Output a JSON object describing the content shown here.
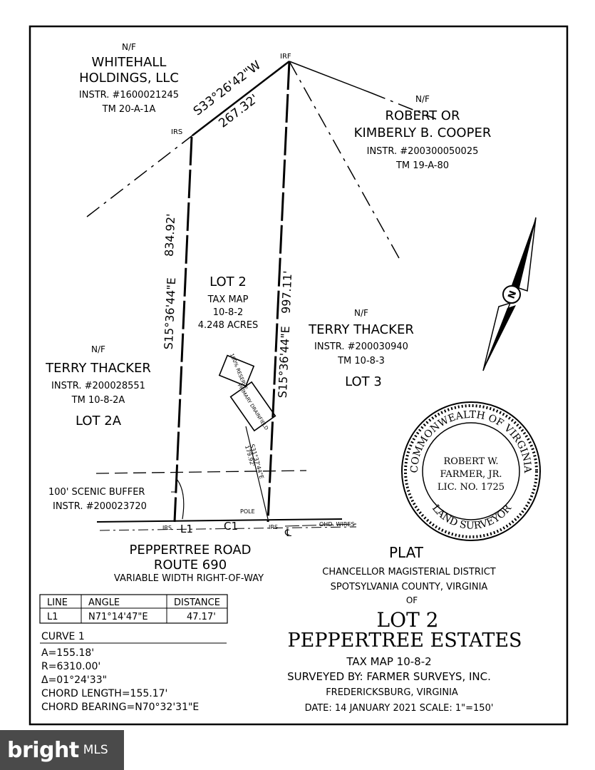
{
  "owners": {
    "whitehall": {
      "nf": "N/F",
      "line1": "WHITEHALL",
      "line2": "HOLDINGS, LLC",
      "instr": "INSTR. #1600021245",
      "tm": "TM 20-A-1A"
    },
    "cooper": {
      "nf": "N/F",
      "line1": "ROBERT OR",
      "line2": "KIMBERLY B. COOPER",
      "instr": "INSTR. #200300050025",
      "tm": "TM 19-A-80"
    },
    "thacker_left": {
      "nf": "N/F",
      "name": "TERRY THACKER",
      "instr": "INSTR. #200028551",
      "tm": "TM 10-8-2A",
      "lot": "LOT 2A"
    },
    "thacker_right": {
      "nf": "N/F",
      "name": "TERRY THACKER",
      "instr": "INSTR. #200030940",
      "tm": "TM 10-8-3",
      "lot": "LOT 3"
    }
  },
  "lot2": {
    "title": "LOT 2",
    "line1": "TAX MAP",
    "line2": "10-8-2",
    "line3": "4.248 ACRES"
  },
  "bearings": {
    "north": "S33°26'42\"W",
    "north_dist": "267.32'",
    "west": "S15°36'44\"E",
    "west_dist": "834.92'",
    "east": "S15°36'44\"E",
    "east_dist": "997.11'",
    "drain": "S31°37'44\"E",
    "drain_dist": "179.92'"
  },
  "labels": {
    "irf": "IRF",
    "irs_top": "IRS",
    "irs_left": "IRS",
    "irs_right": "IRS",
    "pole": "POLE",
    "l1": "L1",
    "c1": "C1",
    "ohd_wires": "OHD. WIRES",
    "centerline": "℄",
    "reserve": "100% RESERVE",
    "primary_drainfield": "PRIMARY DRAINFIELD"
  },
  "buffer": {
    "line1": "100' SCENIC BUFFER",
    "line2": "INSTR. #200023720"
  },
  "road": {
    "line1": "PEPPERTREE ROAD",
    "line2": "ROUTE 690",
    "line3": "VARIABLE WIDTH RIGHT-OF-WAY"
  },
  "line_table": {
    "headers": [
      "LINE",
      "ANGLE",
      "DISTANCE"
    ],
    "rows": [
      [
        "L1",
        "N71°14'47\"E",
        "47.17'"
      ]
    ]
  },
  "curve": {
    "title": "CURVE 1",
    "lines": [
      "A=155.18'",
      "R=6310.00'",
      "Δ=01°24'33\"",
      "CHORD LENGTH=155.17'",
      "CHORD BEARING=N70°32'31\"E"
    ]
  },
  "seal": {
    "top": "COMMONWEALTH OF VIRGINIA",
    "bottom": "LAND SURVEYOR",
    "line1": "ROBERT W.",
    "line2": "FARMER, JR.",
    "line3": "LIC. NO. 1725"
  },
  "title_block": {
    "plat": "PLAT",
    "district": "CHANCELLOR MAGISTERIAL DISTRICT",
    "county": "SPOTSYLVANIA COUNTY, VIRGINIA",
    "of": "OF",
    "lot": "LOT 2",
    "estates": "PEPPERTREE ESTATES",
    "taxmap": "TAX MAP 10-8-2",
    "surveyed": "SURVEYED BY:   FARMER SURVEYS, INC.",
    "city": "FREDERICKSBURG, VIRGINIA",
    "date": "DATE:   14 JANUARY 2021    SCALE:   1\"=150'"
  },
  "north_arrow": {
    "letter": "N"
  },
  "watermark": {
    "brand": "bright",
    "mls": "MLS"
  }
}
